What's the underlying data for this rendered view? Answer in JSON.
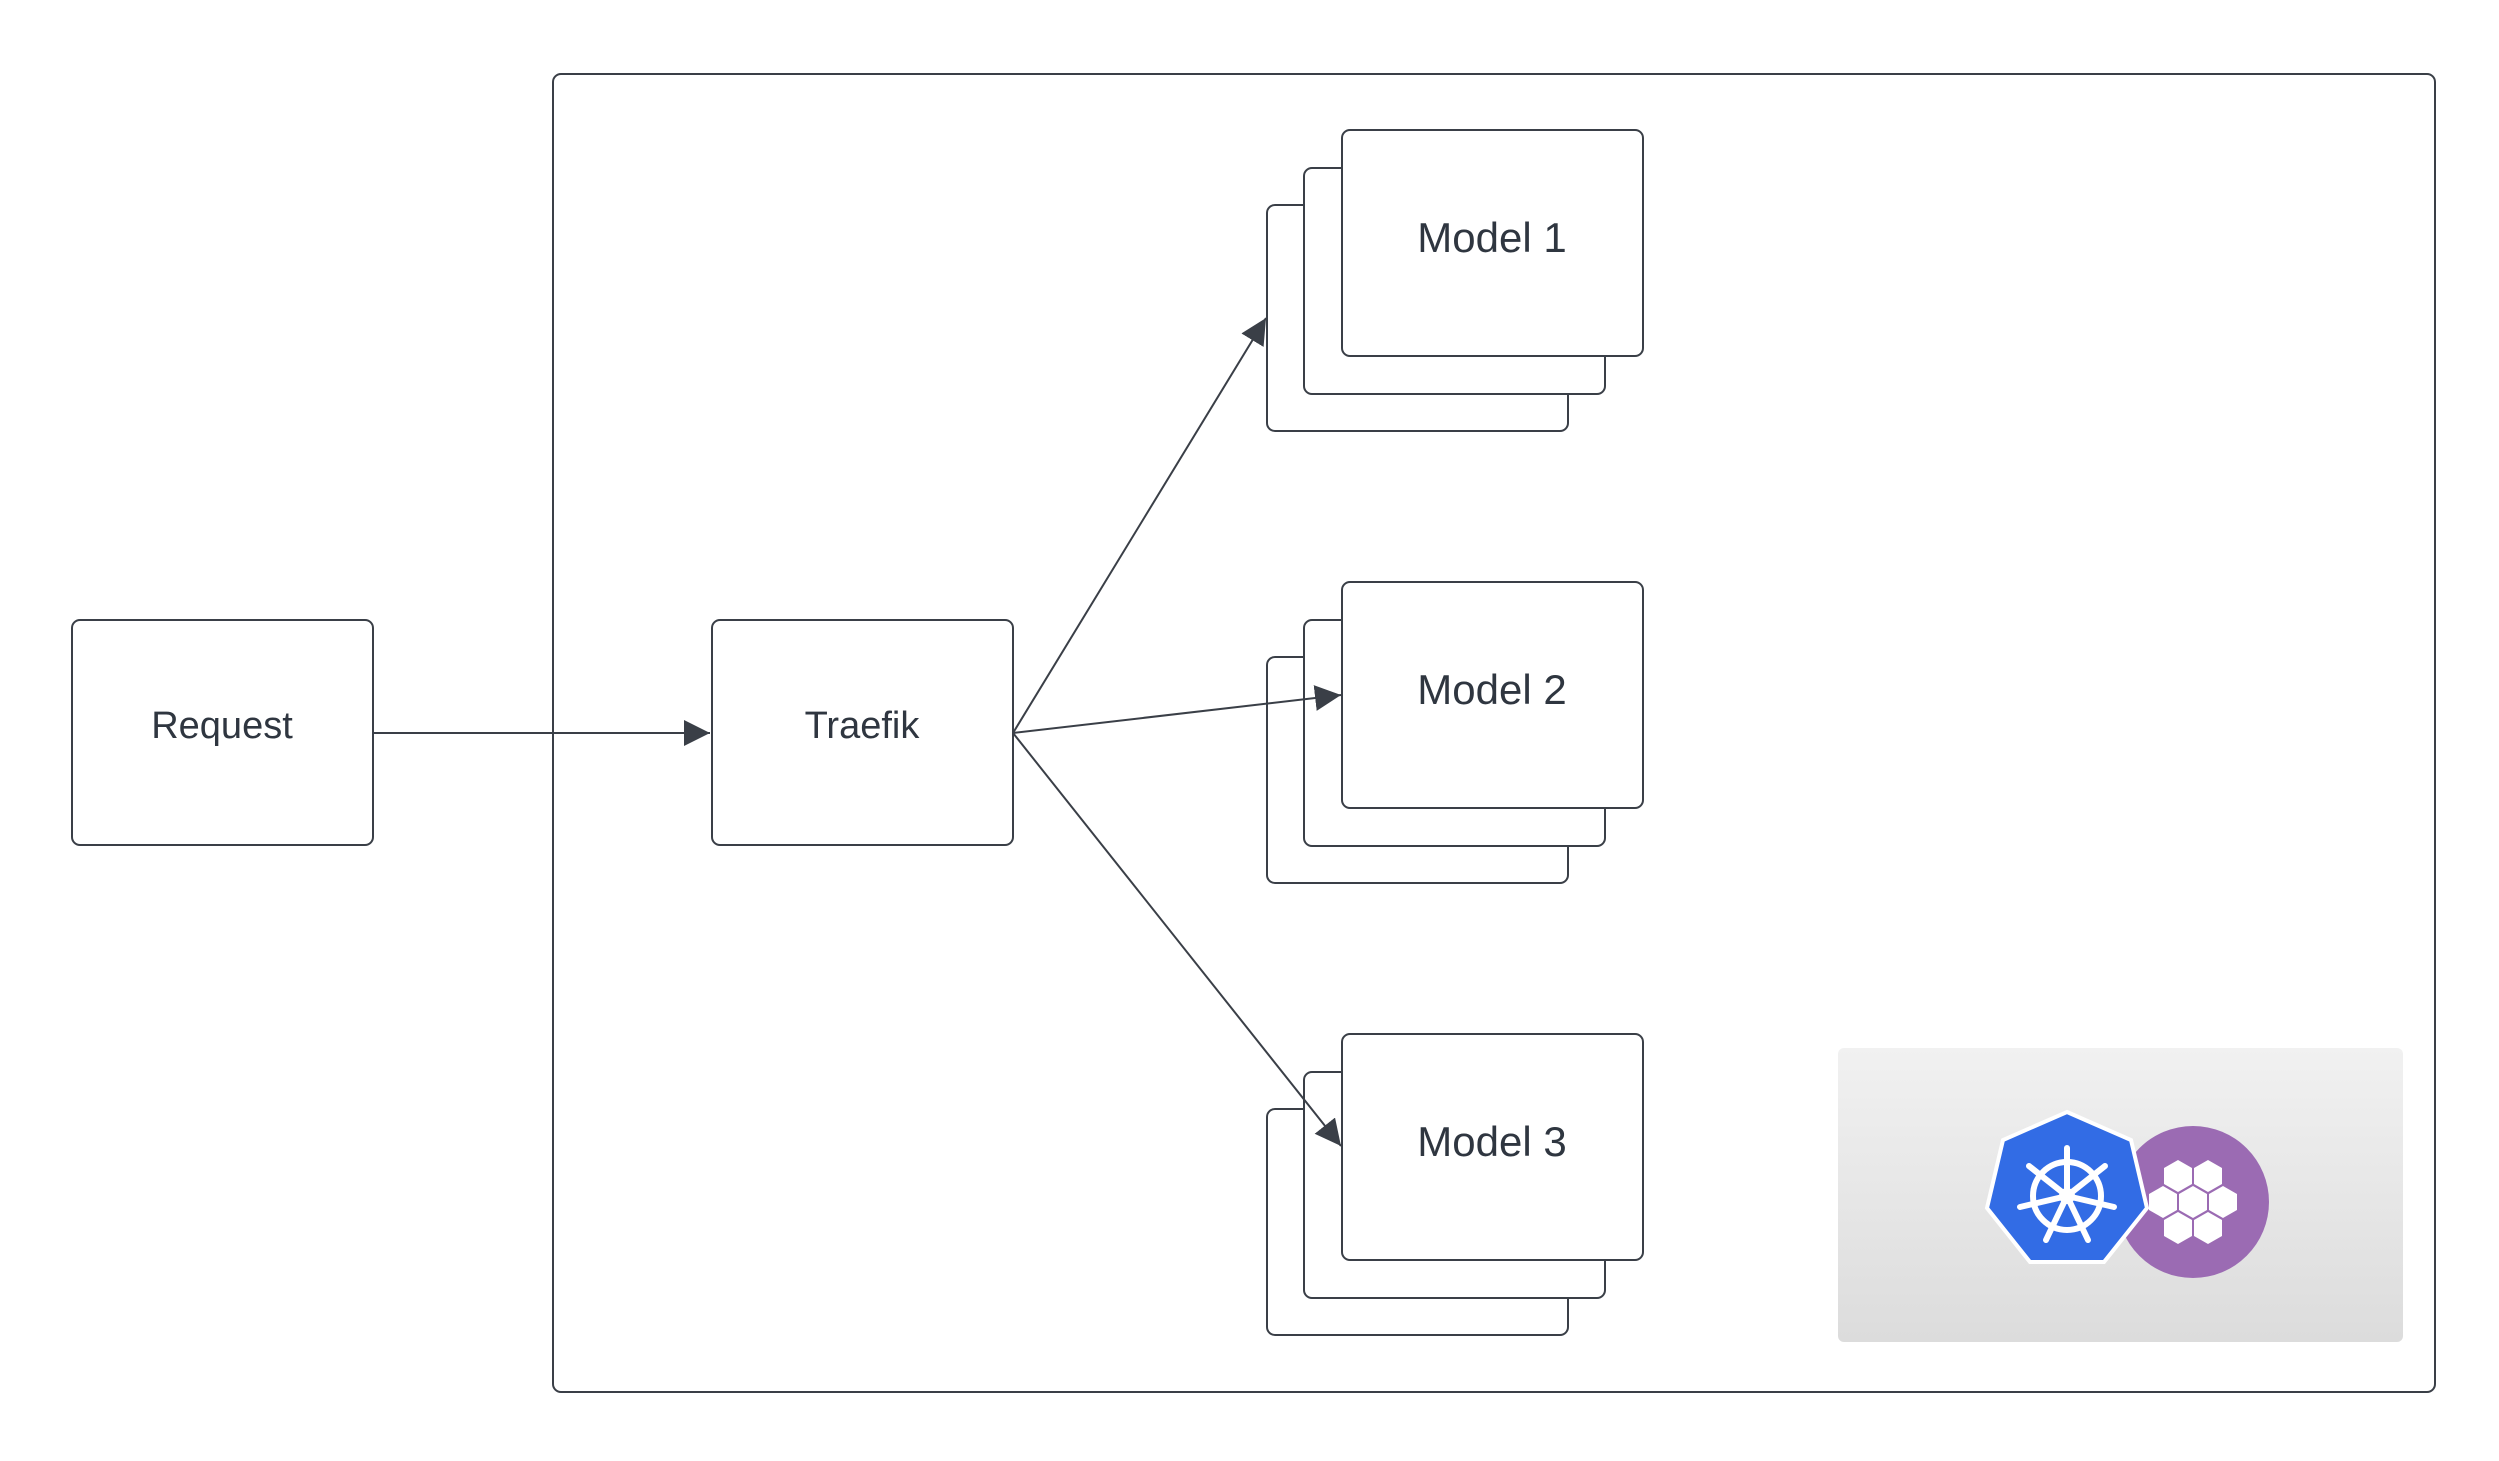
{
  "nodes": {
    "request": {
      "label": "Request"
    },
    "traefik": {
      "label": "Traefik"
    },
    "model1": {
      "label": "Model 1"
    },
    "model2": {
      "label": "Model 2"
    },
    "model3": {
      "label": "Model 3"
    }
  },
  "edges": [
    {
      "from": "request",
      "to": "traefik"
    },
    {
      "from": "traefik",
      "to": "model1"
    },
    {
      "from": "traefik",
      "to": "model2"
    },
    {
      "from": "traefik",
      "to": "model3"
    }
  ],
  "icons": [
    "kubernetes-icon",
    "container-cluster-icon"
  ],
  "colors": {
    "stroke": "#3a3f47",
    "text": "#2f3640",
    "kubernetes_blue": "#326ce5",
    "cluster_purple": "#9b6bb3",
    "badge_bg": "#e6e6e6"
  }
}
